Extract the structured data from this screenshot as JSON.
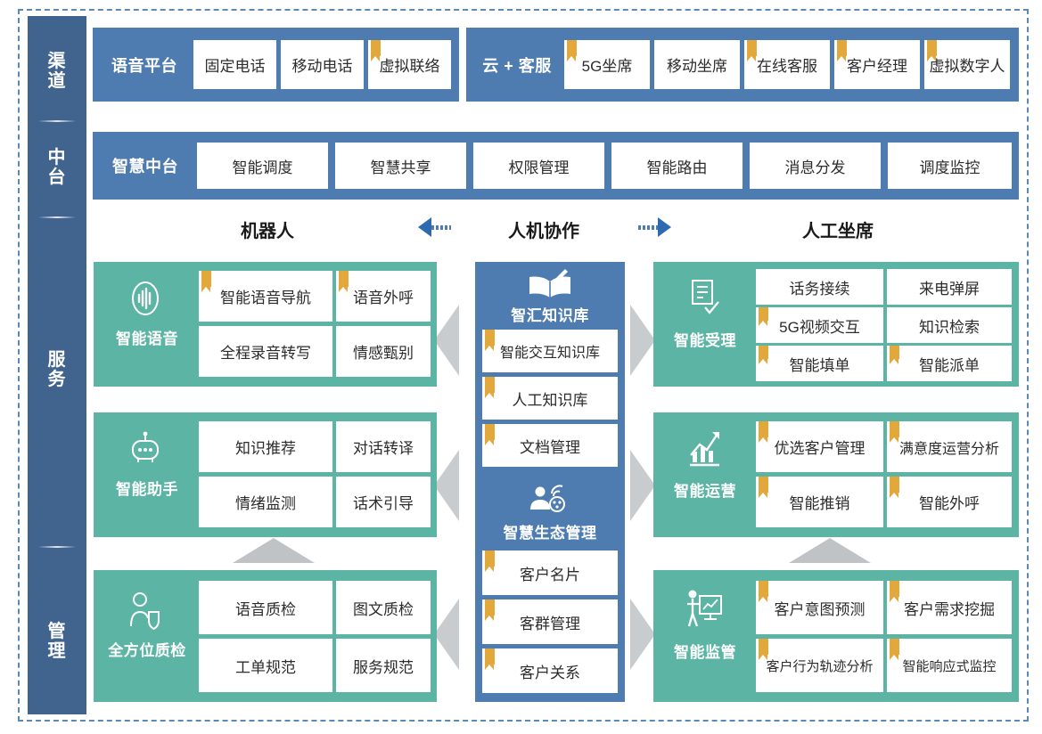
{
  "frame": {
    "accent_blue": "#4e7cb0",
    "accent_teal": "#5cb4a4",
    "sidebar_blue": "#41648f",
    "marker_gold": "#e2a83c"
  },
  "sidebar": {
    "items": [
      {
        "name": "channel",
        "chars": [
          "渠",
          "道"
        ]
      },
      {
        "name": "middle-platform",
        "chars": [
          "中",
          "台"
        ]
      },
      {
        "name": "service",
        "chars": [
          "服",
          "务"
        ]
      },
      {
        "name": "management",
        "chars": [
          "管",
          "理"
        ]
      }
    ]
  },
  "channel_row": {
    "groups": [
      {
        "title": "语音平台",
        "chips": [
          {
            "label": "固定电话",
            "marked": false
          },
          {
            "label": "移动电话",
            "marked": false
          },
          {
            "label": "虚拟联络",
            "marked": true
          }
        ]
      },
      {
        "title": "云 + 客服",
        "chips": [
          {
            "label": "5G坐席",
            "marked": true
          },
          {
            "label": "移动坐席",
            "marked": false
          },
          {
            "label": "在线客服",
            "marked": true
          },
          {
            "label": "客户经理",
            "marked": true
          },
          {
            "label": "虚拟数字人",
            "marked": true
          }
        ]
      }
    ]
  },
  "platform_row": {
    "title": "智慧中台",
    "chips": [
      {
        "label": "智能调度",
        "marked": false
      },
      {
        "label": "智慧共享",
        "marked": false
      },
      {
        "label": "权限管理",
        "marked": false
      },
      {
        "label": "智能路由",
        "marked": false
      },
      {
        "label": "消息分发",
        "marked": false
      },
      {
        "label": "调度监控",
        "marked": false
      }
    ]
  },
  "column_headers": {
    "left": "机器人",
    "center": "人机协作",
    "right": "人工坐席"
  },
  "left_column": {
    "blocks": [
      {
        "title": "智能语音",
        "icon": "voice-wave-icon",
        "cells": [
          {
            "label": "智能语音导航",
            "marked": true
          },
          {
            "label": "语音外呼",
            "marked": true
          },
          {
            "label": "全程录音转写",
            "marked": false
          },
          {
            "label": "情感甄别",
            "marked": false
          }
        ]
      },
      {
        "title": "智能助手",
        "icon": "robot-icon",
        "cells": [
          {
            "label": "知识推荐",
            "marked": false
          },
          {
            "label": "对话转译",
            "marked": false
          },
          {
            "label": "情绪监测",
            "marked": false
          },
          {
            "label": "话术引导",
            "marked": false
          }
        ]
      },
      {
        "title": "全方位质检",
        "icon": "person-shield-icon",
        "cells": [
          {
            "label": "语音质检",
            "marked": false
          },
          {
            "label": "图文质检",
            "marked": false
          },
          {
            "label": "工单规范",
            "marked": false
          },
          {
            "label": "服务规范",
            "marked": false
          }
        ]
      }
    ]
  },
  "center_column": {
    "blocks": [
      {
        "title": "智汇知识库",
        "icon": "open-book-icon",
        "cells": [
          {
            "label": "智能交互知识库",
            "marked": true
          },
          {
            "label": "人工知识库",
            "marked": true
          },
          {
            "label": "文档管理",
            "marked": true
          }
        ]
      },
      {
        "title": "智慧生态管理",
        "icon": "person-network-icon",
        "cells": [
          {
            "label": "客户名片",
            "marked": true
          },
          {
            "label": "客群管理",
            "marked": true
          },
          {
            "label": "客户关系",
            "marked": true
          }
        ]
      }
    ]
  },
  "right_column": {
    "blocks": [
      {
        "title": "智能受理",
        "icon": "document-check-icon",
        "cells": [
          {
            "label": "话务接续",
            "marked": false
          },
          {
            "label": "来电弹屏",
            "marked": false
          },
          {
            "label": "5G视频交互",
            "marked": true
          },
          {
            "label": "知识检索",
            "marked": false
          },
          {
            "label": "智能填单",
            "marked": true
          },
          {
            "label": "智能派单",
            "marked": true
          }
        ]
      },
      {
        "title": "智能运营",
        "icon": "chart-growth-icon",
        "cells": [
          {
            "label": "优选客户管理",
            "marked": true
          },
          {
            "label": "满意度运营分析",
            "marked": true
          },
          {
            "label": "智能推销",
            "marked": true
          },
          {
            "label": "智能外呼",
            "marked": true
          }
        ]
      },
      {
        "title": "智能监管",
        "icon": "presenter-board-icon",
        "cells": [
          {
            "label": "客户意图预测",
            "marked": true
          },
          {
            "label": "客户需求挖掘",
            "marked": true
          },
          {
            "label": "客户行为轨迹分析",
            "marked": true
          },
          {
            "label": "智能响应式监控",
            "marked": true
          }
        ]
      }
    ]
  }
}
